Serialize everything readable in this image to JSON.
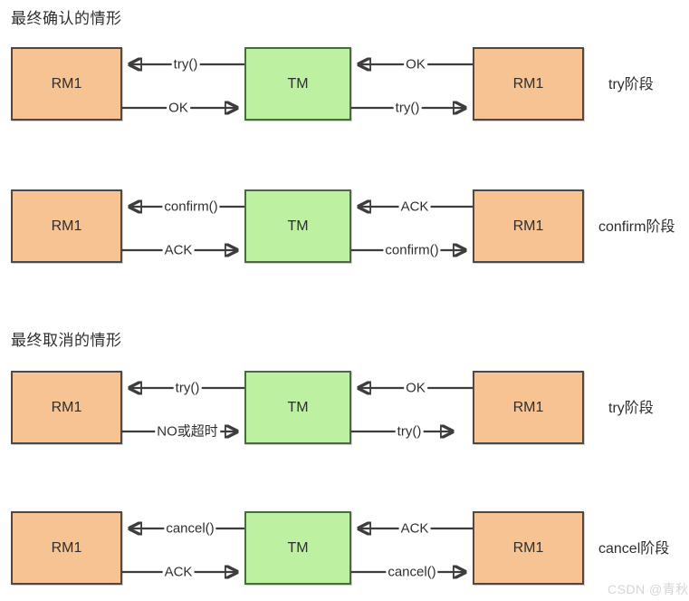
{
  "diagram": {
    "title_confirm_scenario": "最终确认的情形",
    "title_cancel_scenario": "最终取消的情形",
    "watermark": "CSDN @青秋.",
    "colors": {
      "rm_fill": "#f7c392",
      "tm_fill": "#bdf0a0",
      "stroke": "#4a4a4a",
      "text": "#2f2f2f",
      "watermark": "#d5d5d5"
    },
    "node_labels": {
      "rm_left": "RM1",
      "tm": "TM",
      "rm_right": "RM1"
    },
    "rows": [
      {
        "id": "confirm-scenario-try",
        "phase_label": "try阶段",
        "left_node": "RM1",
        "center_node": "TM",
        "right_node": "RM1",
        "edges": {
          "tm_to_left": "try()",
          "left_to_tm": "OK",
          "right_to_tm": "OK",
          "tm_to_right": "try()"
        }
      },
      {
        "id": "confirm-scenario-confirm",
        "phase_label": "confirm阶段",
        "left_node": "RM1",
        "center_node": "TM",
        "right_node": "RM1",
        "edges": {
          "tm_to_left": "confirm()",
          "left_to_tm": "ACK",
          "right_to_tm": "ACK",
          "tm_to_right": "confirm()"
        }
      },
      {
        "id": "cancel-scenario-try",
        "phase_label": "try阶段",
        "left_node": "RM1",
        "center_node": "TM",
        "right_node": "RM1",
        "edges": {
          "tm_to_left": "try()",
          "left_to_tm": "NO或超时",
          "right_to_tm": "OK",
          "tm_to_right": "try()"
        }
      },
      {
        "id": "cancel-scenario-cancel",
        "phase_label": "cancel阶段",
        "left_node": "RM1",
        "center_node": "TM",
        "right_node": "RM1",
        "edges": {
          "tm_to_left": "cancel()",
          "left_to_tm": "ACK",
          "right_to_tm": "ACK",
          "tm_to_right": "cancel()"
        }
      }
    ]
  }
}
